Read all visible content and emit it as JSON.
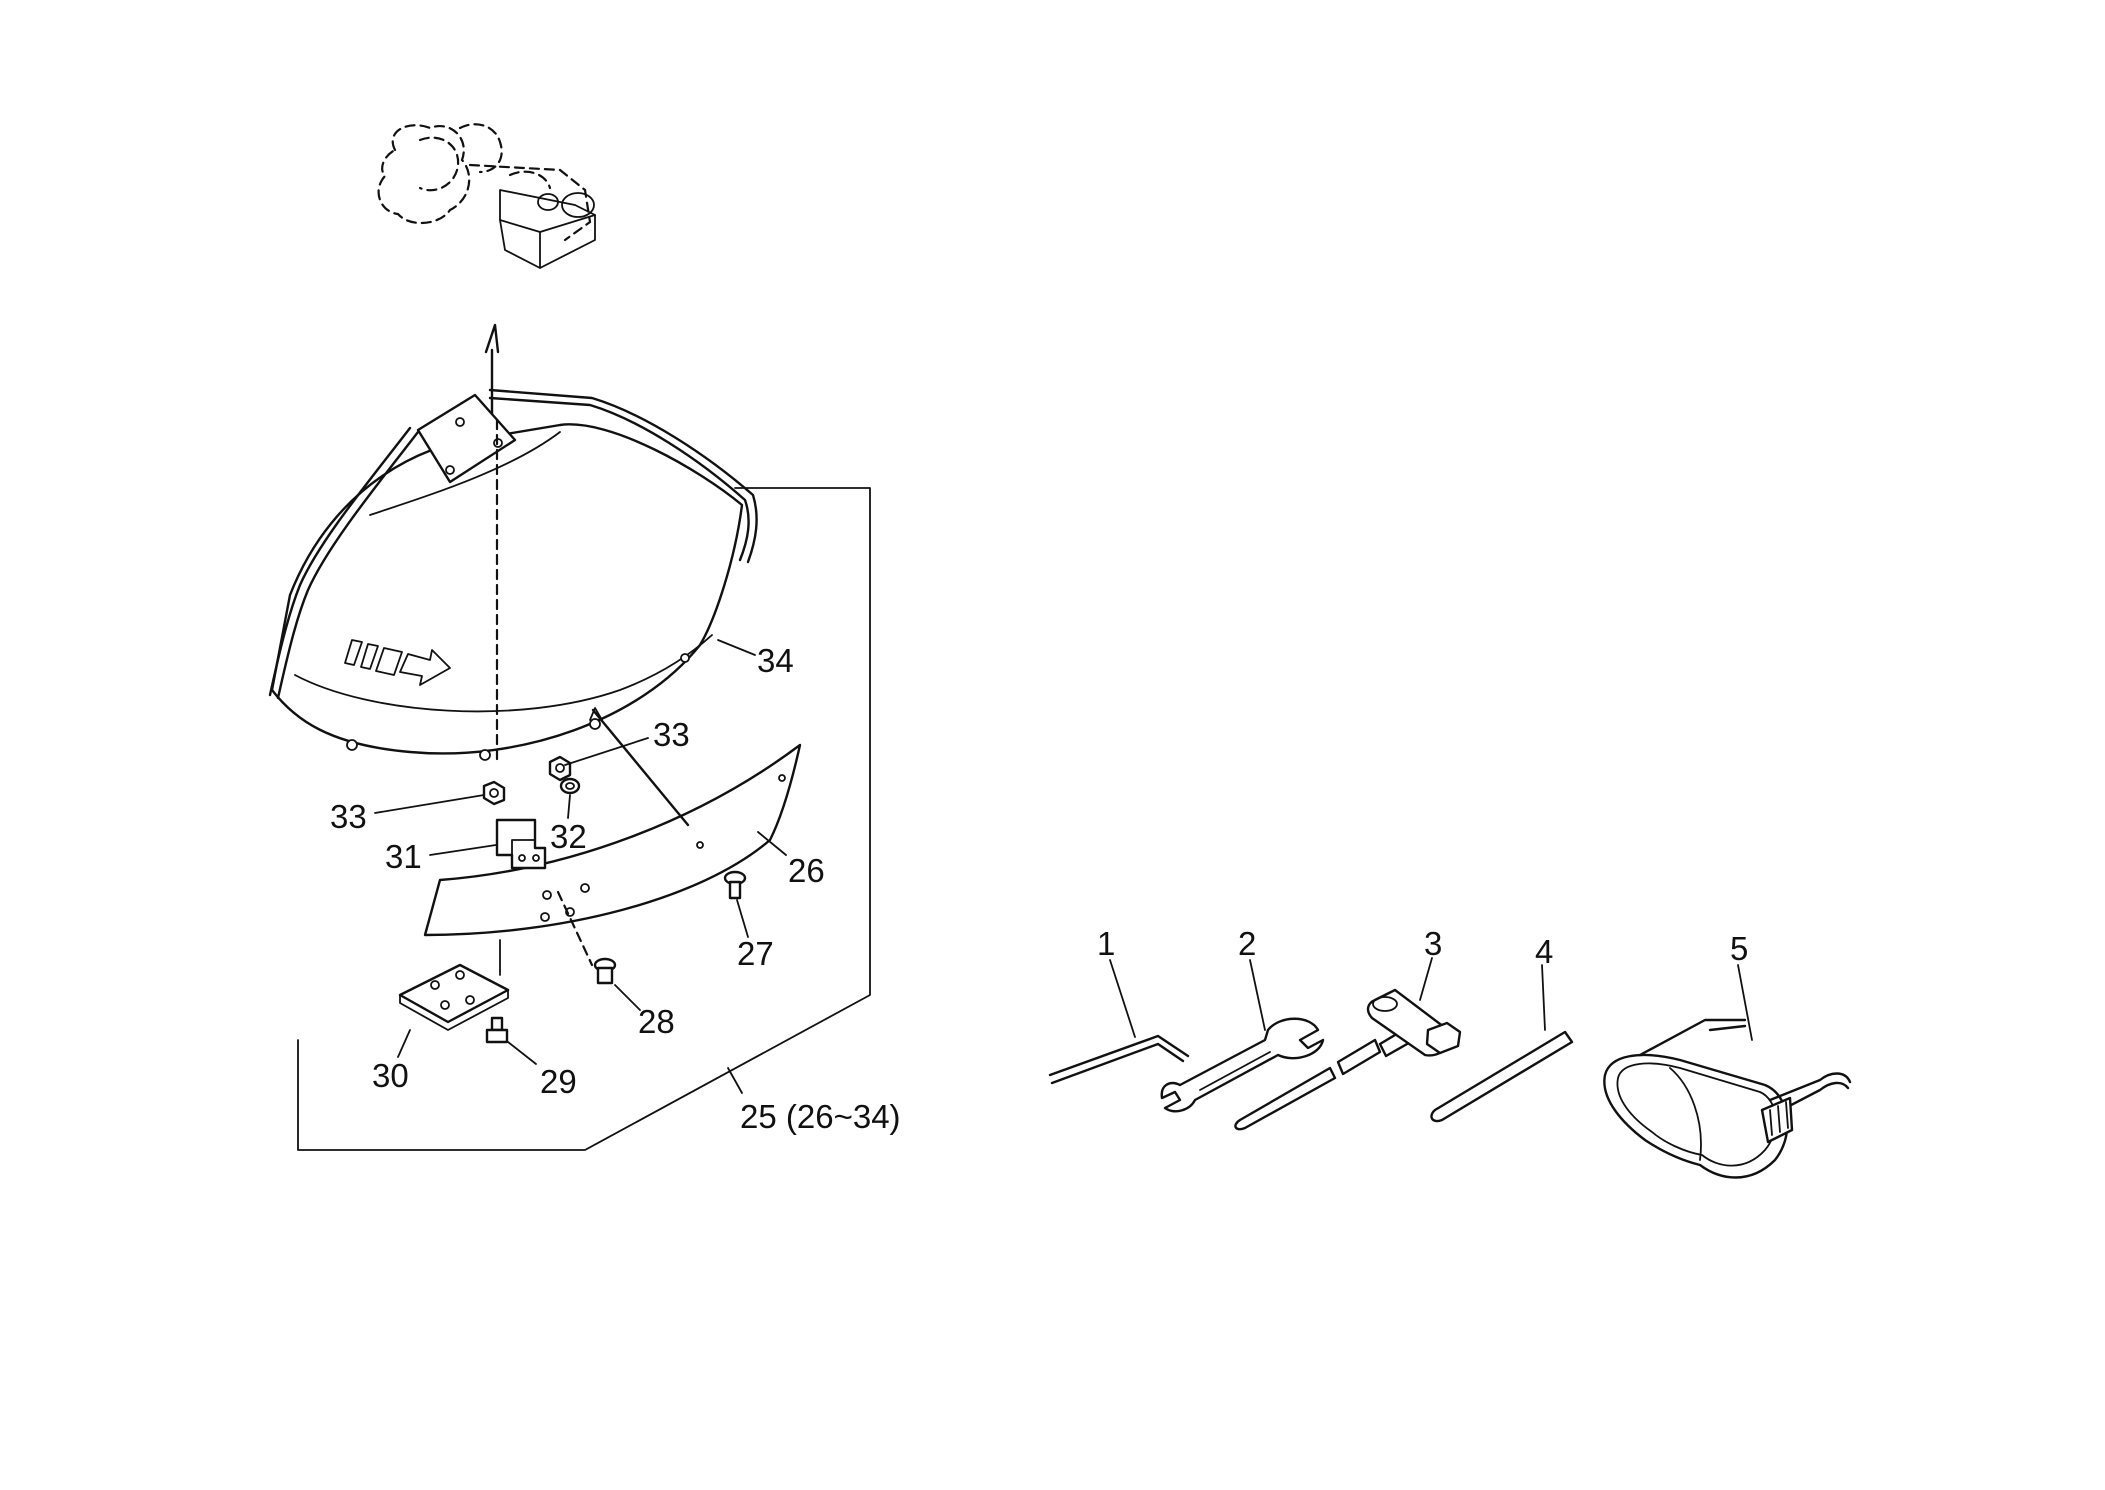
{
  "callouts": {
    "c1": "1",
    "c2": "2",
    "c3": "3",
    "c4": "4",
    "c5": "5",
    "c25": "25 (26~34)",
    "c26": "26",
    "c27": "27",
    "c28": "28",
    "c29": "29",
    "c30": "30",
    "c31": "31",
    "c32": "32",
    "c33a": "33",
    "c33b": "33",
    "c34": "34"
  },
  "colors": {
    "line": "#111111",
    "background": "#ffffff"
  }
}
